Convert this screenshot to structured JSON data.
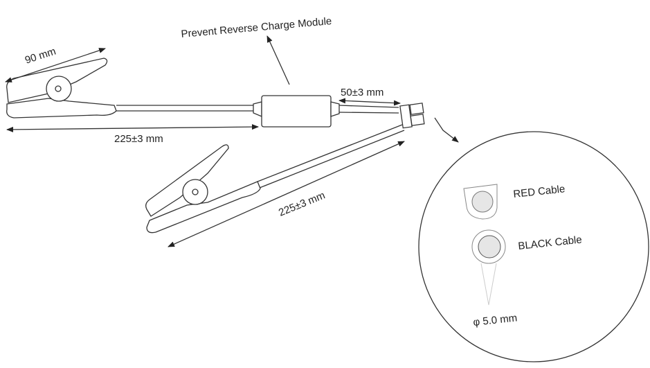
{
  "labels": {
    "module": "Prevent Reverse Charge Module",
    "clip_length": "90 mm",
    "cable_length_top": "225±3 mm",
    "connector_lead": "50±3 mm",
    "cable_length_bottom": "225±3 mm",
    "red_cable": "RED Cable",
    "black_cable": "BLACK Cable",
    "diameter": "φ 5.0 mm"
  }
}
